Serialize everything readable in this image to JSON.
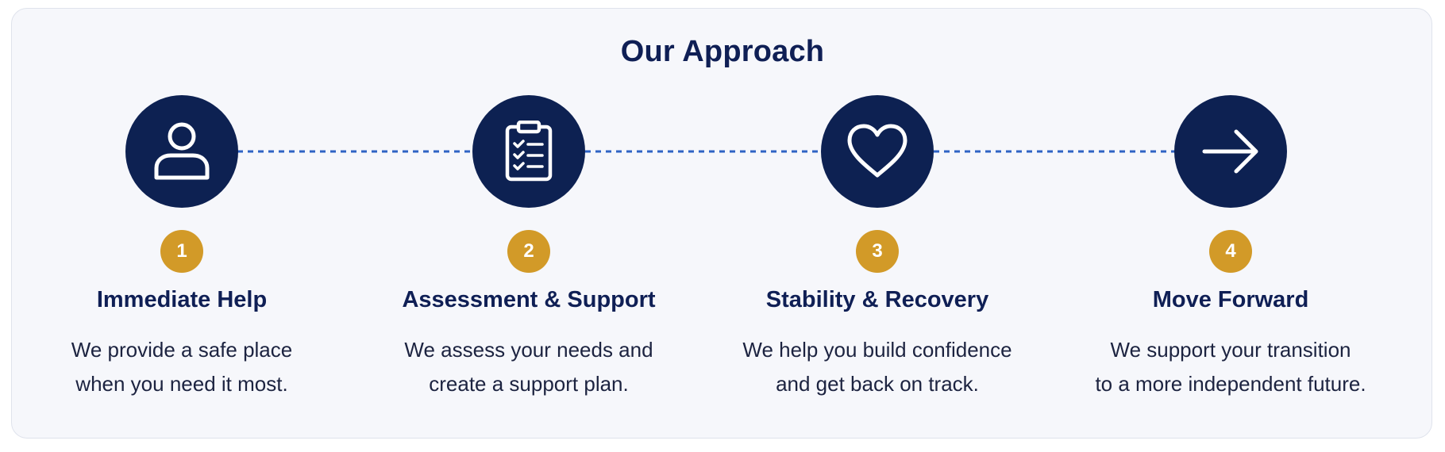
{
  "title": "Our Approach",
  "colors": {
    "navy": "#0d2152",
    "gold": "#d29a28",
    "connector": "#2f63c4",
    "panel": "#f6f7fb"
  },
  "steps": [
    {
      "number": "1",
      "icon": "person-icon",
      "heading": "Immediate Help",
      "lines": [
        "We provide a safe place",
        "when you need it most."
      ]
    },
    {
      "number": "2",
      "icon": "clipboard-checklist-icon",
      "heading": "Assessment & Support",
      "lines": [
        "We assess your needs and",
        "create a support plan."
      ]
    },
    {
      "number": "3",
      "icon": "heart-icon",
      "heading": "Stability & Recovery",
      "lines": [
        "We help you build confidence",
        "and get back on track."
      ]
    },
    {
      "number": "4",
      "icon": "arrow-right-icon",
      "heading": "Move Forward",
      "lines": [
        "We support your transition",
        "to a more independent future."
      ]
    }
  ]
}
